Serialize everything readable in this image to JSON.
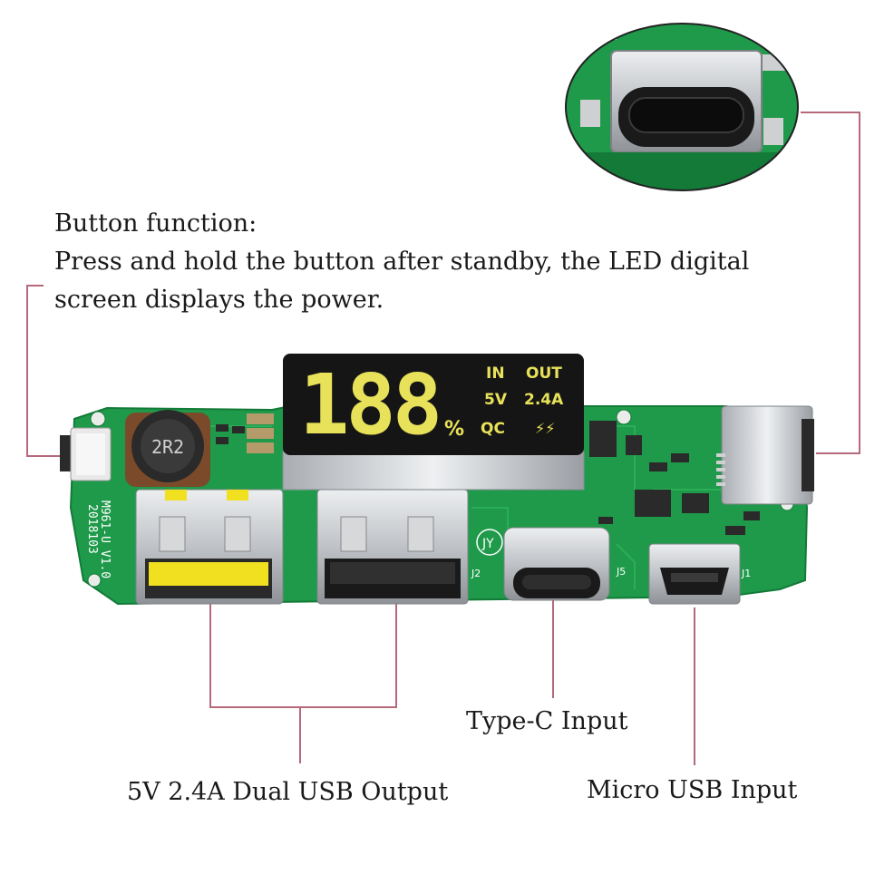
{
  "caption": {
    "heading": "Button function:",
    "line1": "Press and hold the button after standby, the LED digital",
    "line2": "screen displays the power."
  },
  "display": {
    "digits": "188",
    "percent": "%",
    "in_label": "IN",
    "out_label": "OUT",
    "volt_label": "5V",
    "amp_label": "2.4A",
    "qc_label": "QC",
    "bolt_label": "⚡⚡"
  },
  "board_text": {
    "inductor": "2R2",
    "model": "M961-U V1.0",
    "date": "2018103",
    "jy": "JY",
    "j5": "J5",
    "j2": "J2",
    "j1": "J1"
  },
  "labels": {
    "type_c": "Type-C Input",
    "usb_out": "5V 2.4A Dual USB Output",
    "micro_usb": "Micro USB Input"
  },
  "colors": {
    "pcb": "#1f9a4a",
    "pcb_dark": "#137a38",
    "leader": "#b5697a",
    "led_yellow": "#e8e25a",
    "display_bg": "#151515",
    "usb_yellow": "#f0e020",
    "metal": "#cfd0d2"
  }
}
